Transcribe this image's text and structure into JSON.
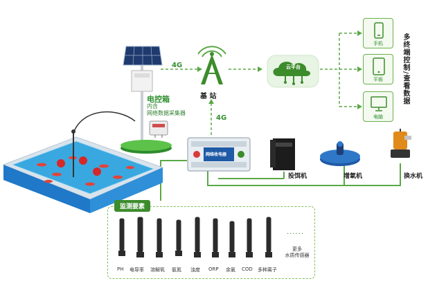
{
  "network": {
    "link_4g_top": "4G",
    "link_4g_vertical": "4G",
    "base_station_label": "基 站",
    "cloud_label": "云平台"
  },
  "control_box": {
    "title": "电控箱",
    "line1": "内含",
    "line2": "网络数据采集器"
  },
  "collector": {
    "brand": "网络收电器"
  },
  "terminals": {
    "items": [
      {
        "label": "手机"
      },
      {
        "label": "平板"
      },
      {
        "label": "电脑"
      }
    ],
    "caption": "多终端控制/查看数据"
  },
  "devices": {
    "feeder": "投饵机",
    "aerator": "增氧机",
    "pump": "换水机"
  },
  "monitoring": {
    "title": "监测要素",
    "sensors": [
      "PH",
      "电导率",
      "溶解氧",
      "氨氮",
      "浊度",
      "ORP",
      "余氯",
      "COD",
      "多种离子"
    ],
    "more_line1": "更多",
    "more_line2": "水质传感器",
    "dots": "......"
  },
  "colors": {
    "accent_green": "#3c8c2c",
    "line_green": "#5aa845",
    "water_blue": "#3aa8e0"
  }
}
